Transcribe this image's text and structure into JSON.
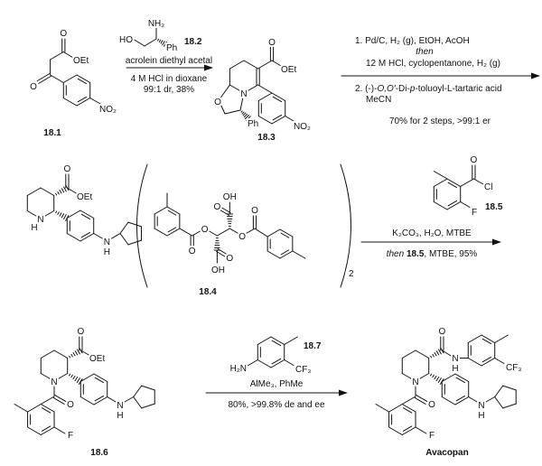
{
  "compounds": {
    "c18_1": "18.1",
    "c18_2": "18.2",
    "c18_3": "18.3",
    "c18_4": "18.4",
    "c18_5": "18.5",
    "c18_6": "18.6",
    "c18_7": "18.7",
    "avacopan": "Avacopan"
  },
  "atoms": {
    "O": "O",
    "OEt": "OEt",
    "NO2": "NO₂",
    "HO": "HO",
    "NH2": "NH₂",
    "Ph": "Ph",
    "N": "N",
    "H": "H",
    "OH": "OH",
    "Cl": "Cl",
    "F": "F",
    "H2N": "H₂N",
    "CF3": "CF₃",
    "salt_count": "2"
  },
  "step1": {
    "above": "acrolein diethyl acetal",
    "below_1": "4 M HCl in dioxane",
    "below_2": "99:1 dr, 38%"
  },
  "step2": {
    "line1": "1. Pd/C, H₂ (g), EtOH, AcOH",
    "then": "then",
    "line3": "12 M HCl, cyclopentanone, H₂ (g)",
    "line4_a": "2. (-)-",
    "line4_b": "O,O'",
    "line4_c": "-Di-",
    "line4_d": "p",
    "line4_e": "-toluoyl-L-tartaric acid",
    "line5": "MeCN",
    "yield": "70% for 2 steps, >99:1 er"
  },
  "step3": {
    "above": "K₂CO₃, H₂O, MTBE",
    "below_then": "then",
    "below_cmpd": "18.5",
    "below_rest": ", MTBE, 95%"
  },
  "step4": {
    "above": "AlMe₃, PhMe",
    "below": "80%, >99.8% de and ee"
  }
}
